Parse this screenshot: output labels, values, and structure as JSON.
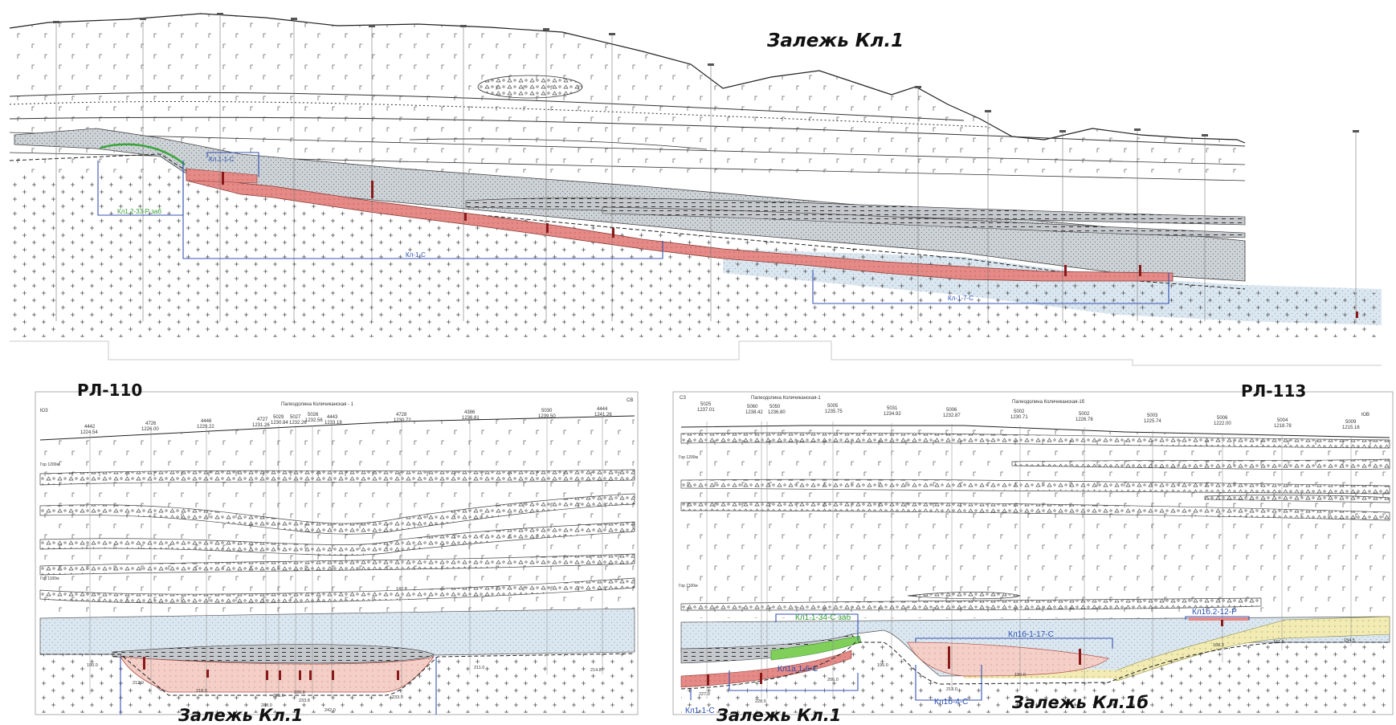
{
  "top_section": {
    "title": "Залежь Кл.1",
    "labels": {
      "zone_green": "Кл1.2-33-Р заб",
      "zone_blue_1": "Кл.1-1-С",
      "zone_blue_2": "Кл-1-С",
      "zone_blue_3": "Кл-1-7-С"
    }
  },
  "left_panel": {
    "title": "РЛ-110",
    "subtitle": "Палеодолина Количиканская - 1",
    "corner_left": "ЮЗ",
    "corner_right": "СВ",
    "depth_mark_1": "Гор 1200м",
    "depth_mark_2": "Гор 1100м",
    "wells": [
      {
        "id": "4442",
        "elev": "1224.54"
      },
      {
        "id": "4726",
        "elev": "1226.00"
      },
      {
        "id": "4446",
        "elev": "1229.22"
      },
      {
        "id": "4727",
        "elev": "1231.26"
      },
      {
        "id": "5029",
        "elev": "1230.84"
      },
      {
        "id": "5027",
        "elev": "1232.26"
      },
      {
        "id": "5026",
        "elev": "1232.56"
      },
      {
        "id": "4443",
        "elev": "1233.18"
      },
      {
        "id": "4728",
        "elev": "1230.72"
      },
      {
        "id": "4386",
        "elev": "1236.81"
      },
      {
        "id": "5030",
        "elev": "1239.50"
      },
      {
        "id": "4444",
        "elev": "1241.26"
      }
    ],
    "bottom_depths": [
      "212.0",
      "218.0",
      "225.6",
      "226.8",
      "233.8",
      "242.0",
      "233.0",
      "211.0",
      "214.8",
      "142.8",
      "190.0",
      "230.0"
    ],
    "deposit_label": "Залежь Кл.1"
  },
  "right_panel": {
    "title": "РЛ-113",
    "subtitle_1": "Палеодолина Количиканская-1",
    "subtitle_2": "Палеодолина Количиканская-1б",
    "corner_left": "СЗ",
    "corner_right": "ЮВ",
    "depth_mark_1": "Гор 1200м",
    "depth_mark_2": "Гор 1100м",
    "wells": [
      {
        "id": "5025",
        "elev": "1237.01"
      },
      {
        "id": "5060",
        "elev": "1238.42"
      },
      {
        "id": "5050",
        "elev": "1236.80"
      },
      {
        "id": "5005",
        "elev": "1235.75"
      },
      {
        "id": "5031",
        "elev": "1234.92"
      },
      {
        "id": "5006",
        "elev": "1232.87"
      },
      {
        "id": "5002",
        "elev": "1230.71"
      },
      {
        "id": "5002",
        "elev": "1226.78"
      },
      {
        "id": "5003",
        "elev": "1225.74"
      },
      {
        "id": "5006",
        "elev": "1222.00"
      },
      {
        "id": "5004",
        "elev": "1218.78"
      },
      {
        "id": "5009",
        "elev": "1215.16"
      }
    ],
    "zone_labels": {
      "green": "Кл1.1-34-С заб",
      "blue_a": "Кл1а.1-6-С",
      "blue_1": "Кл1-1-С",
      "blue_b1": "Кл1б-1-17-С",
      "blue_b4": "Кл1б-4-С",
      "blue_b2": "Кл1б.2-12-Р"
    },
    "bottom_depths": [
      "227.0",
      "228.0",
      "206.0",
      "195.0",
      "213.0",
      "195.0",
      "168.3",
      "161.6",
      "154.5"
    ],
    "deposit_label_1": "Залежь Кл.1",
    "deposit_label_2": "Залежь Кл.1б"
  },
  "colors": {
    "ore_red": "#e58a86",
    "ore_pink": "#f4cfc7",
    "gravel_grey": "#cdd2d6",
    "sand_blue": "#dbe7f0",
    "yellow_zone": "#f2ecb4",
    "green_zone": "#7fcf5a",
    "blue_marker": "#3452b4"
  }
}
